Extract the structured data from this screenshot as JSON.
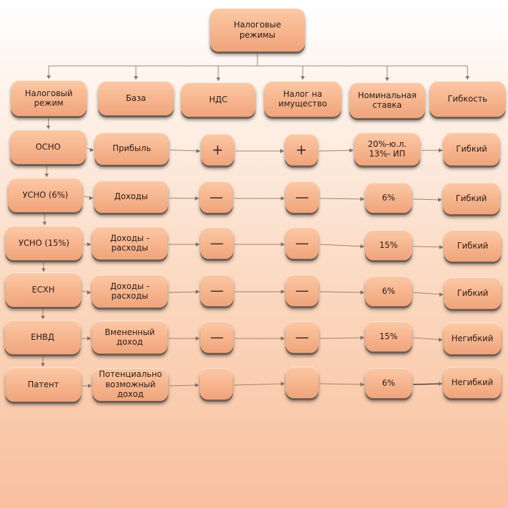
{
  "root": {
    "label": "Налоговые\nрежимы"
  },
  "headers": [
    {
      "id": "regime",
      "label": "Налоговый\nрежим"
    },
    {
      "id": "base",
      "label": "База"
    },
    {
      "id": "vat",
      "label": "НДС"
    },
    {
      "id": "property",
      "label": "Налог на\nимущество"
    },
    {
      "id": "rate",
      "label": "Номинальная\nставка"
    },
    {
      "id": "flex",
      "label": "Гибкость"
    }
  ],
  "rows": [
    {
      "regime": "ОСНО",
      "base": "Прибыль",
      "vat": "+",
      "property": "+",
      "rate": "20%-ю.л.\n13%- ИП",
      "flex": "Гибкий"
    },
    {
      "regime": "УСНО (6%)",
      "base": "Доходы",
      "vat": "—",
      "property": "—",
      "rate": "6%",
      "flex": "Гибкий"
    },
    {
      "regime": "УСНО (15%)",
      "base": "Доходы -\nрасходы",
      "vat": "—",
      "property": "—",
      "rate": "15%",
      "flex": "Гибкий"
    },
    {
      "regime": "ЕСХН",
      "base": "Доходы -\nрасходы",
      "vat": "—",
      "property": "—",
      "rate": "6%",
      "flex": "Гибкий"
    },
    {
      "regime": "ЕНВД",
      "base": "Вмененный\nдоход",
      "vat": "—",
      "property": "—",
      "rate": "15%",
      "flex": "Негибкий"
    },
    {
      "regime": "Патент",
      "base": "Потенциально\nвозможный\nдоход",
      "vat": "",
      "property": "",
      "rate": "6%",
      "flex": "Негибкий"
    }
  ],
  "colors": {
    "node_fill": "#f6b48d",
    "connector": "#a07e6d",
    "text": "#2a1a14"
  }
}
